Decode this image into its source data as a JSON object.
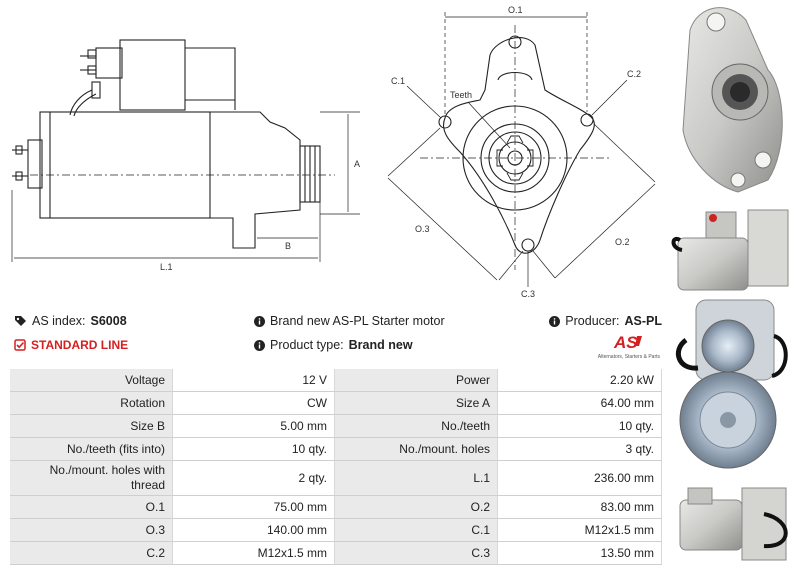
{
  "drawing_labels": {
    "side": {
      "a": "A",
      "b": "B",
      "l1": "L.1"
    },
    "front": {
      "o1": "O.1",
      "o2": "O.2",
      "o3": "O.3",
      "c1": "C.1",
      "c2": "C.2",
      "c3": "C.3",
      "teeth": "Teeth"
    }
  },
  "header": {
    "index_label": "AS index:",
    "index_value": "S6008",
    "description": "Brand new AS-PL Starter motor",
    "producer_label": "Producer:",
    "producer_value": "AS-PL",
    "line_label": "STANDARD LINE",
    "type_label": "Product type:",
    "type_value": "Brand new",
    "logo_tagline": "Alternators, Starters & Parts",
    "accent_color": "#d42020"
  },
  "specs": [
    {
      "l1": "Voltage",
      "v1": "12 V",
      "l2": "Power",
      "v2": "2.20 kW"
    },
    {
      "l1": "Rotation",
      "v1": "CW",
      "l2": "Size A",
      "v2": "64.00 mm"
    },
    {
      "l1": "Size B",
      "v1": "5.00 mm",
      "l2": "No./teeth",
      "v2": "10 qty."
    },
    {
      "l1": "No./teeth (fits into)",
      "v1": "10 qty.",
      "l2": "No./mount. holes",
      "v2": "3 qty."
    },
    {
      "l1": "No./mount. holes with thread",
      "v1": "2 qty.",
      "l2": "L.1",
      "v2": "236.00 mm"
    },
    {
      "l1": "O.1",
      "v1": "75.00 mm",
      "l2": "O.2",
      "v2": "83.00 mm"
    },
    {
      "l1": "O.3",
      "v1": "140.00 mm",
      "l2": "C.1",
      "v2": "M12x1.5 mm"
    },
    {
      "l1": "C.2",
      "v1": "M12x1.5 mm",
      "l2": "C.3",
      "v2": "13.50 mm"
    }
  ]
}
